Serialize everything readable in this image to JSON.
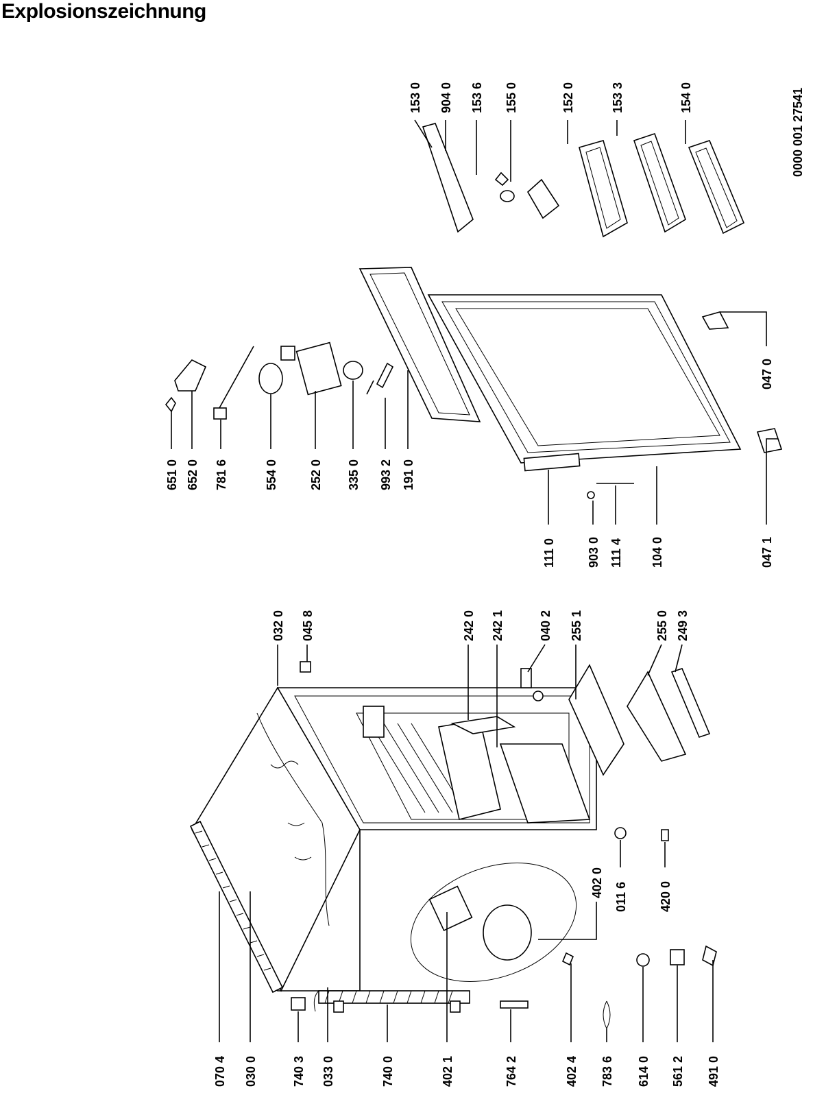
{
  "title": "Explosionszeichnung",
  "doc_number": "0000 001 27541",
  "left_bottom_labels": [
    "070 4",
    "030 0",
    "740 3",
    "033 0",
    "740 0",
    "402 1",
    "764 2",
    "402 4",
    "783 6",
    "614 0",
    "561 2",
    "491 0"
  ],
  "left_mid_labels": [
    "402 0",
    "011 6",
    "420 0"
  ],
  "right_side_labels": [
    "032 0",
    "045 8",
    "242 0",
    "242 1",
    "040 2",
    "255 1",
    "255 0",
    "249 3"
  ],
  "middle_top_labels": [
    "651 0",
    "652 0",
    "781 6",
    "554 0",
    "252 0",
    "335 0",
    "993 2",
    "191 0"
  ],
  "middle_bottom_labels": [
    "111 0",
    "903 0",
    "111 4",
    "104 0",
    "047 1",
    "047 0"
  ],
  "right_top_labels": [
    "153 0",
    "904 0",
    "153 6",
    "155 0",
    "152 0",
    "153 3",
    "154 0"
  ]
}
